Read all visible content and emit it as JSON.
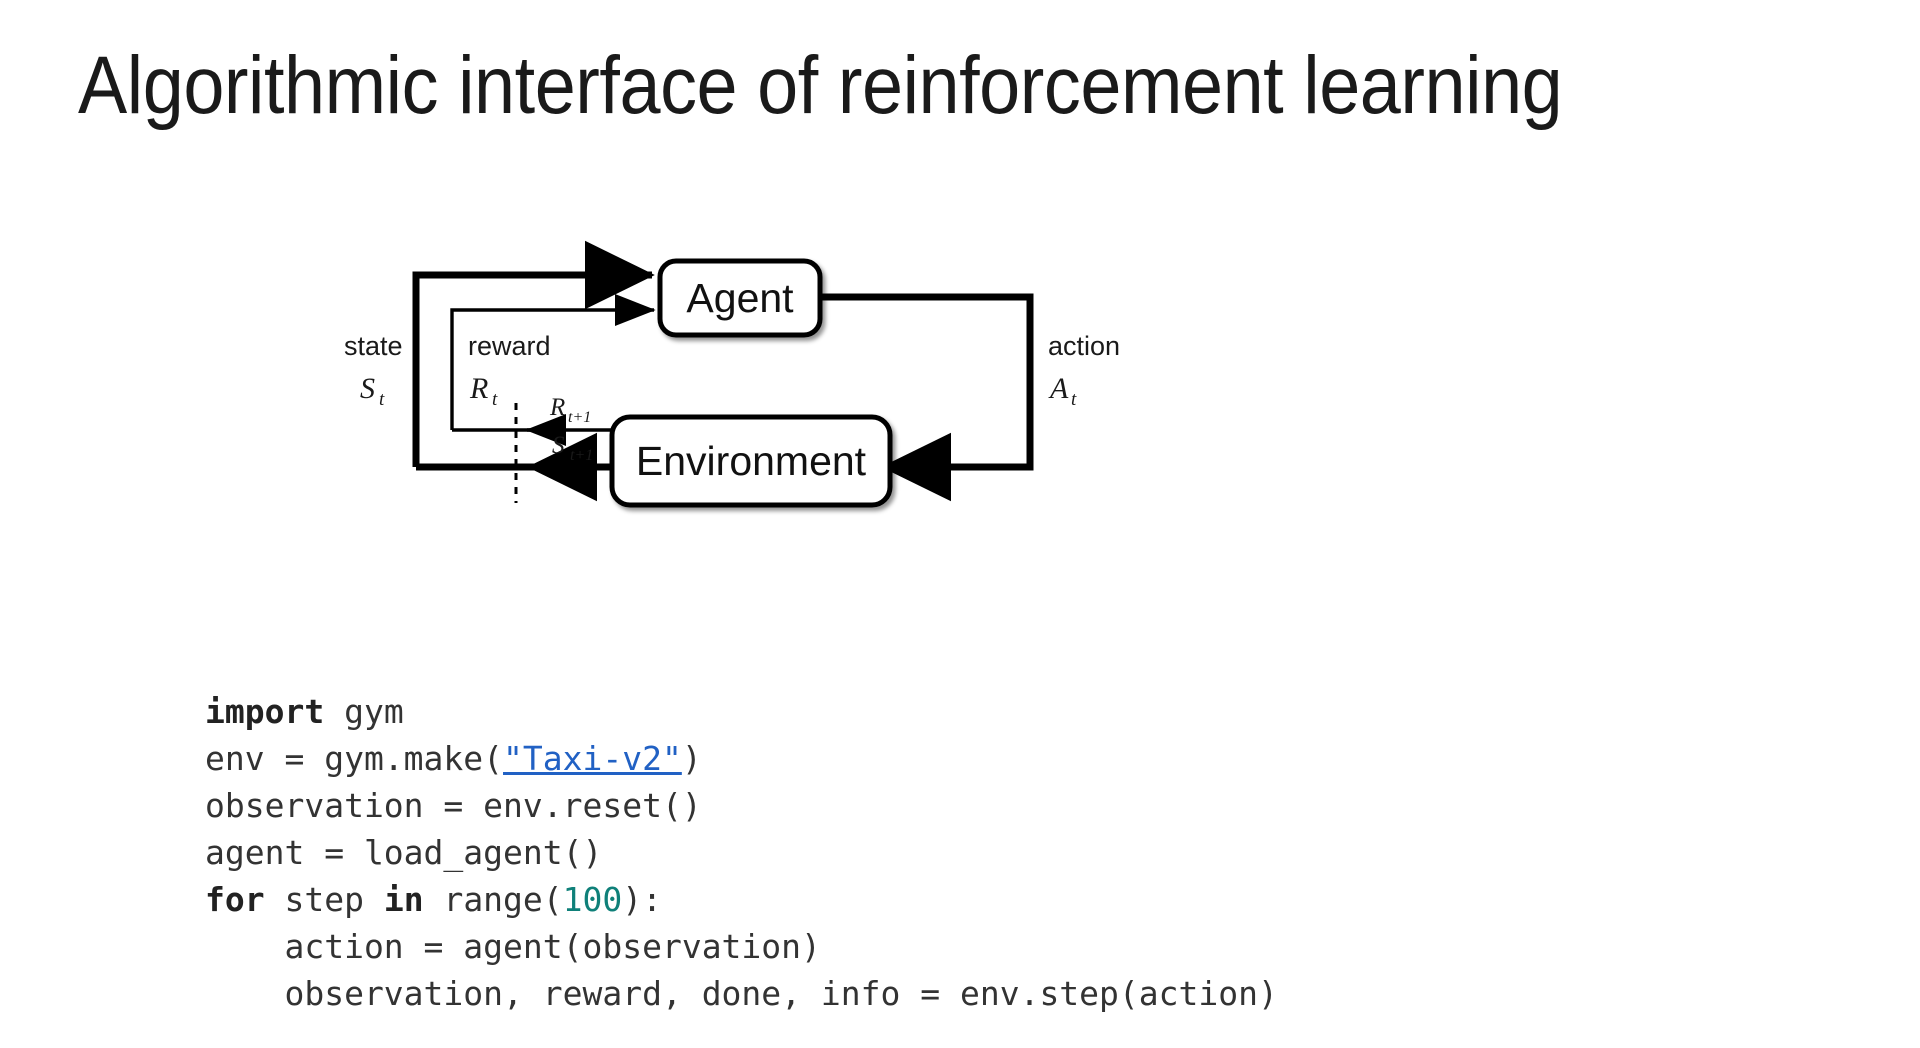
{
  "slide": {
    "title": "Algorithmic interface of reinforcement learning",
    "background_color": "#ffffff"
  },
  "diagram": {
    "name": "reinforcement-learning-loop",
    "type": "agent-environment-interaction",
    "nodes": [
      {
        "id": "agent",
        "label": "Agent",
        "shape": "rounded-rectangle",
        "fill": "#ffffff",
        "stroke": "#000000"
      },
      {
        "id": "environment",
        "label": "Environment",
        "shape": "rounded-rectangle",
        "fill": "#ffffff",
        "stroke": "#000000"
      }
    ],
    "edges": [
      {
        "id": "state-to-agent",
        "from": "environment",
        "to": "agent",
        "word": "state",
        "symbol": "S",
        "subscript": "t",
        "thickness": "thick"
      },
      {
        "id": "reward-to-agent",
        "from": "environment",
        "to": "agent",
        "word": "reward",
        "symbol": "R",
        "subscript": "t",
        "thickness": "thin"
      },
      {
        "id": "action-to-environment",
        "from": "agent",
        "to": "environment",
        "word": "action",
        "symbol": "A",
        "subscript": "t",
        "thickness": "thick"
      },
      {
        "id": "next-reward",
        "from": "environment",
        "to": "boundary",
        "word": "",
        "symbol": "R",
        "subscript": "t+1",
        "thickness": "thin"
      },
      {
        "id": "next-state",
        "from": "environment",
        "to": "boundary",
        "word": "",
        "symbol": "S",
        "subscript": "t+1",
        "thickness": "thick"
      }
    ],
    "labels": {
      "state_word": "state",
      "state_symbol": "S",
      "state_subscript": "t",
      "reward_word": "reward",
      "reward_symbol": "R",
      "reward_subscript": "t",
      "action_word": "action",
      "action_symbol": "A",
      "action_subscript": "t",
      "next_reward_symbol": "R",
      "next_reward_subscript": "t+1",
      "next_state_symbol": "S",
      "next_state_subscript": "t+1"
    },
    "time_separator": {
      "style": "dashed",
      "color": "#000000"
    }
  },
  "code": {
    "language": "python",
    "link_color": "#2161c4",
    "number_color": "#0f8079",
    "lines": [
      {
        "id": 1,
        "tokens": [
          {
            "t": "import",
            "s": "kw"
          },
          {
            "t": " gym",
            "s": ""
          }
        ]
      },
      {
        "id": 2,
        "tokens": [
          {
            "t": "env = gym.make(",
            "s": ""
          },
          {
            "t": "\"Taxi-v2\"",
            "s": "link"
          },
          {
            "t": ")",
            "s": ""
          }
        ]
      },
      {
        "id": 3,
        "tokens": [
          {
            "t": "observation = env.reset()",
            "s": ""
          }
        ]
      },
      {
        "id": 4,
        "tokens": [
          {
            "t": "agent = load_agent()",
            "s": ""
          }
        ]
      },
      {
        "id": 5,
        "tokens": [
          {
            "t": "for",
            "s": "kw"
          },
          {
            "t": " step ",
            "s": ""
          },
          {
            "t": "in",
            "s": "kw"
          },
          {
            "t": " range(",
            "s": ""
          },
          {
            "t": "100",
            "s": "num"
          },
          {
            "t": "):",
            "s": ""
          }
        ]
      },
      {
        "id": 6,
        "tokens": [
          {
            "t": "    action = agent(observation)",
            "s": ""
          }
        ]
      },
      {
        "id": 7,
        "tokens": [
          {
            "t": "    observation, reward, done, info = env.step(action)",
            "s": ""
          }
        ]
      }
    ],
    "plain_text": "import gym\nenv = gym.make(\"Taxi-v2\")\nobservation = env.reset()\nagent = load_agent()\nfor step in range(100):\n    action = agent(observation)\n    observation, reward, done, info = env.step(action)"
  }
}
